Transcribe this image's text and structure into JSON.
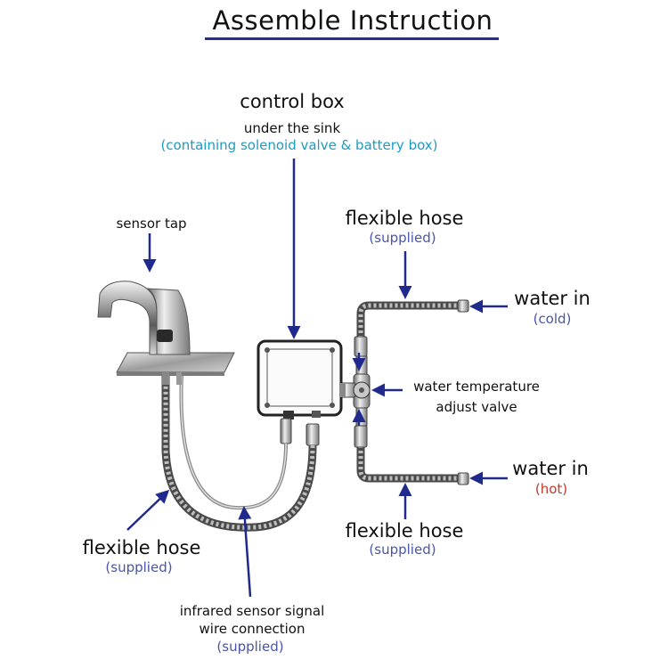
{
  "title": "Assemble  Instruction",
  "control_box": {
    "label": "control   box",
    "sub": "under the sink",
    "note": "(containing solenoid valve & battery box)"
  },
  "sensor_tap": {
    "label": "sensor tap"
  },
  "hose_top": {
    "label": "flexible hose",
    "note": "(supplied)"
  },
  "water_cold": {
    "label": "water in",
    "note": "(cold)"
  },
  "temp_valve": {
    "line1": "water temperature",
    "line2": "adjust valve"
  },
  "water_hot": {
    "label": "water in",
    "note": "(hot)"
  },
  "hose_bottom": {
    "label": "flexible hose",
    "note": "(supplied)"
  },
  "hose_left": {
    "label": "flexible hose",
    "note": "(supplied)"
  },
  "sensor_wire": {
    "line1": "infrared sensor signal",
    "line2": "wire connection",
    "note": "(supplied)"
  },
  "colors": {
    "arrow": "#1f2a8c",
    "title_underline": "#2b2f7a",
    "cyan_note": "#1e9bbf",
    "blue_note": "#4a55a8",
    "red_note": "#c0392b"
  }
}
